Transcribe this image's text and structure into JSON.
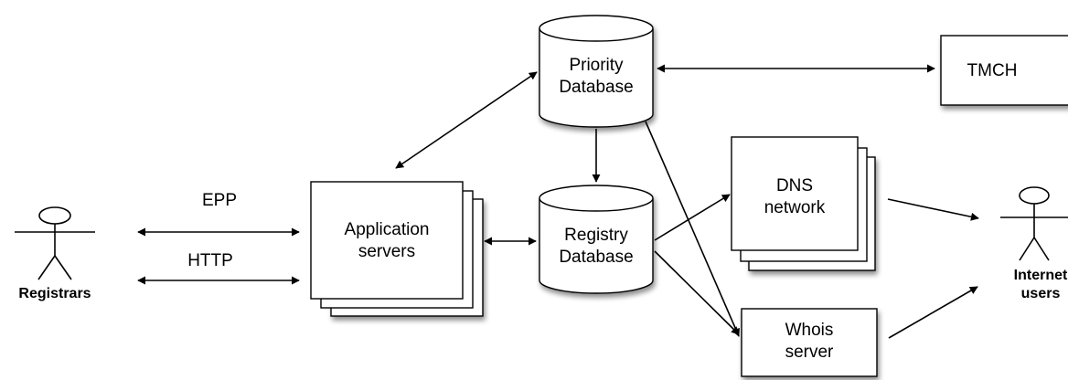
{
  "nodes": {
    "registrars": {
      "label": "Registrars"
    },
    "internet_users": {
      "line1": "Internet",
      "line2": "users"
    },
    "application_servers": {
      "line1": "Application",
      "line2": "servers"
    },
    "priority_database": {
      "line1": "Priority",
      "line2": "Database"
    },
    "registry_database": {
      "line1": "Registry",
      "line2": "Database"
    },
    "tmch": {
      "label": "TMCH"
    },
    "dns_network": {
      "line1": "DNS",
      "line2": "network"
    },
    "whois_server": {
      "line1": "Whois",
      "line2": "server"
    }
  },
  "connections": {
    "epp": {
      "label": "EPP"
    },
    "http": {
      "label": "HTTP"
    }
  }
}
